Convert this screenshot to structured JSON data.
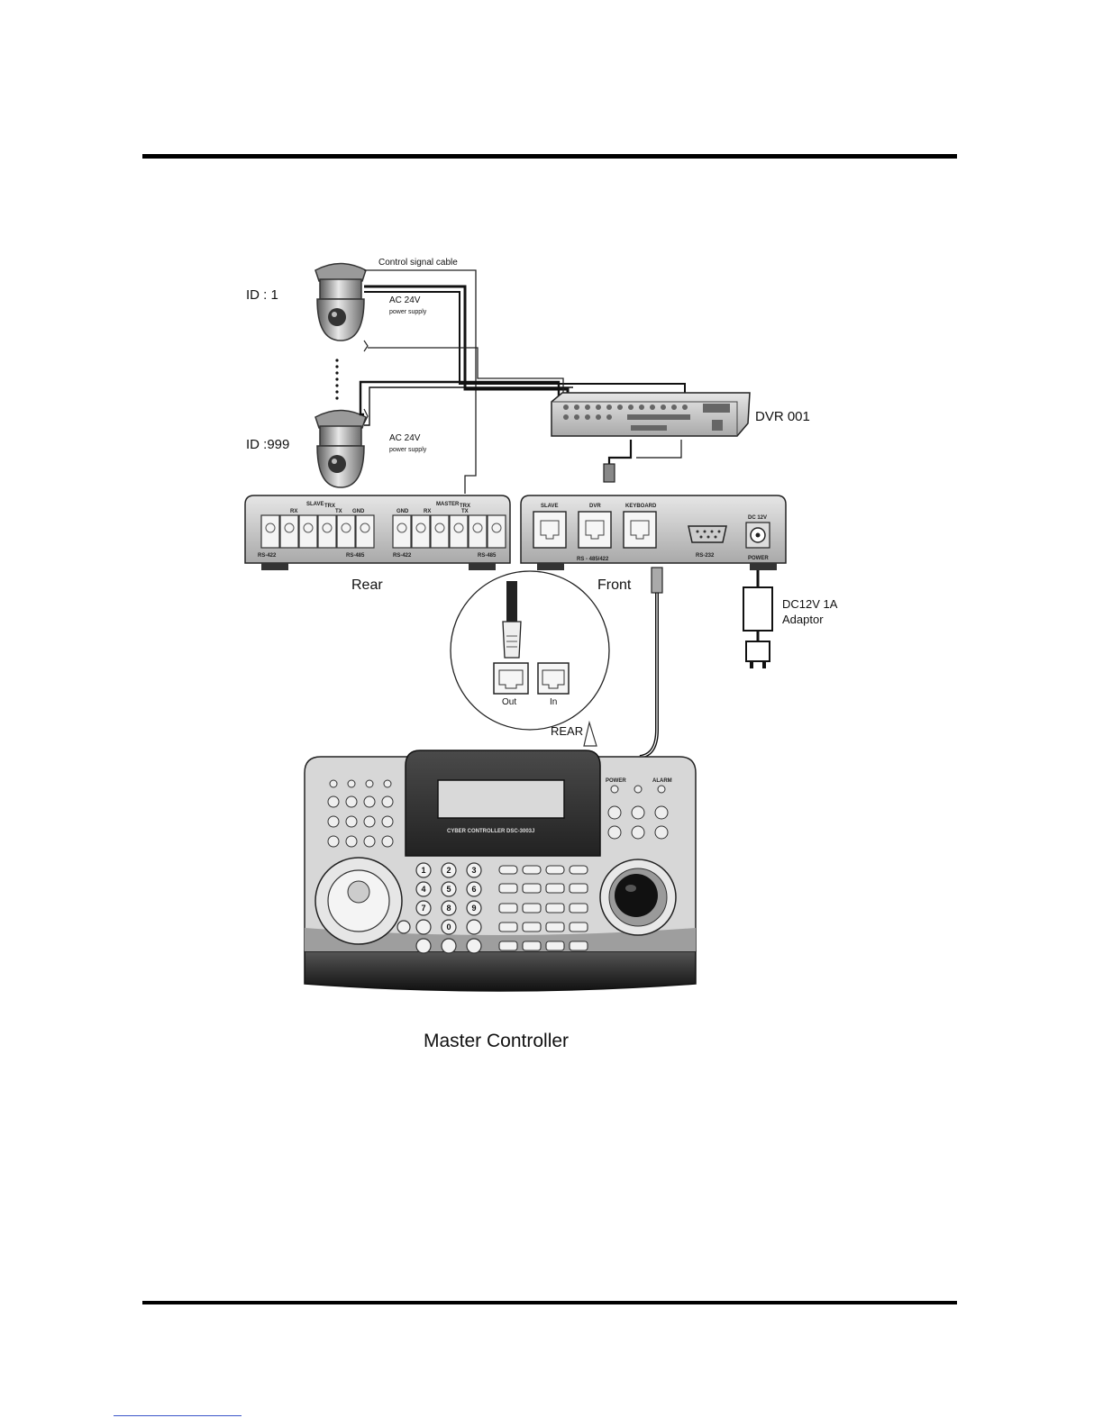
{
  "labels": {
    "control_signal_cable": "Control signal cable",
    "camera1_id": "ID : 1",
    "camera2_id": "ID :999",
    "ac_24v": "AC 24V",
    "power_supply": "power supply",
    "dvr": "DVR 001",
    "rear": "Rear",
    "front": "Front",
    "adaptor_line1": "DC12V 1A",
    "adaptor_line2": "Adaptor",
    "out": "Out",
    "in": "In",
    "rear_arrow": "REAR",
    "master_controller": "Master Controller"
  },
  "rear_panel": {
    "slave": "SLAVE",
    "master": "MASTER",
    "rx": "RX",
    "tx": "TX",
    "trx": "TRX",
    "gnd": "GND",
    "rs422": "RS-422",
    "rs485": "RS-485"
  },
  "front_panel": {
    "slave": "SLAVE",
    "dvr": "DVR",
    "keyboard": "KEYBOARD",
    "rs485_422": "RS - 485/422",
    "rs232": "RS-232",
    "dc12v": "DC 12V",
    "power": "POWER"
  },
  "keyboard": {
    "lcd_caption": "CYBER CONTROLLER  DSC-3003J",
    "power": "POWER",
    "alarm": "ALARM",
    "keys": [
      "1",
      "2",
      "3",
      "4",
      "5",
      "6",
      "7",
      "8",
      "9",
      "0"
    ]
  }
}
